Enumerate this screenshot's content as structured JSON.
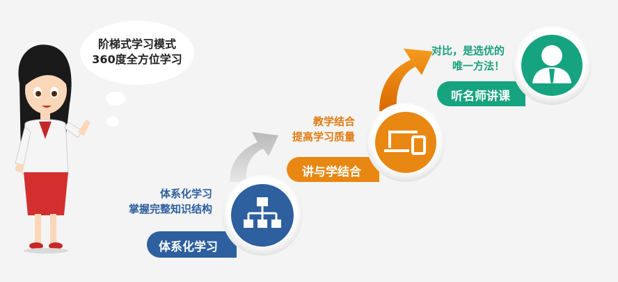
{
  "speech_bubble": {
    "line1": "阶梯式学习模式",
    "line2": "360度全方位学习"
  },
  "steps": [
    {
      "caption_line1": "体系化学习",
      "caption_line2": "掌握完整知识结构",
      "label": "体系化学习",
      "icon": "hierarchy-icon",
      "color": "#2e5f9e"
    },
    {
      "caption_line1": "教学结合",
      "caption_line2": "提高学习质量",
      "label": "讲与学结合",
      "icon": "devices-icon",
      "color": "#e88712"
    },
    {
      "caption_line1": "对比，是选优的",
      "caption_line2": "唯一方法！",
      "label": "听名师讲课",
      "icon": "teacher-icon",
      "color": "#16a37f"
    }
  ]
}
